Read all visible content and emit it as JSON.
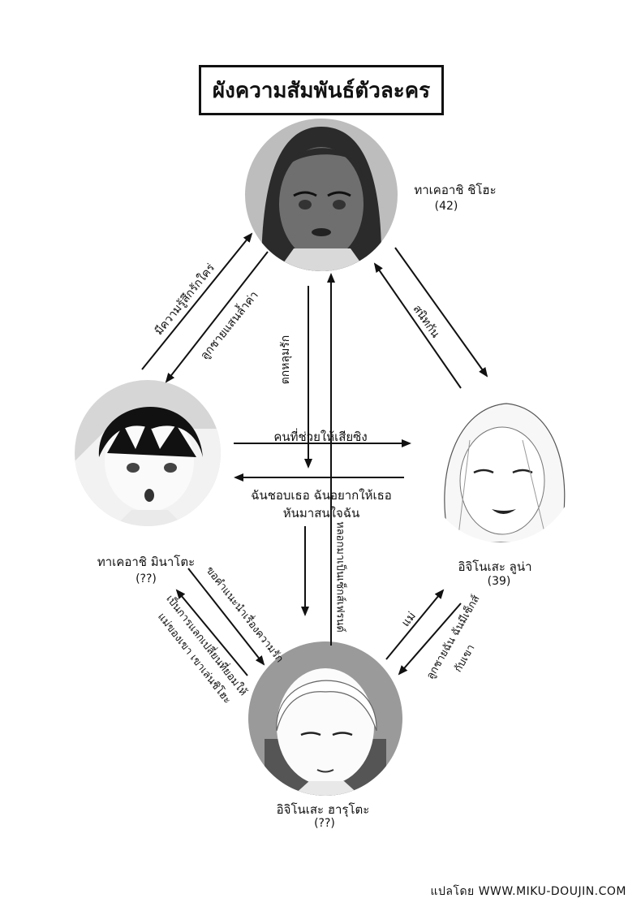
{
  "title": "ผังความสัมพันธ์ตัวละคร",
  "characters": {
    "shiho": {
      "name": "ทาเคอาชิ ชิโฮะ",
      "age": "(42)"
    },
    "minato": {
      "name": "ทาเคอาชิ มินาโตะ",
      "age": "(??)"
    },
    "runa": {
      "name": "อิจิโนเสะ ลูน่า",
      "age": "(39)"
    },
    "haruto": {
      "name": "อิจิโนเสะ ฮารุโตะ",
      "age": "(??)"
    }
  },
  "relations": {
    "minato_to_shiho": "มีความรู้สึกรักใคร่",
    "shiho_to_minato": "ลูกชายแสนล้ำค่า",
    "shiho_runa": "สนิทกัน",
    "haruto_to_shiho": "ตกหลุมรัก",
    "shiho_to_haruto": "หลอกมาเป็นเซ็กส์เฟรนด์",
    "minato_to_runa": "คนที่ช่วยให้เสียซิง",
    "runa_to_minato_line1": "ฉันชอบเธอ ฉันอยากให้เธอ",
    "runa_to_minato_line2": "หันมาสนใจฉัน",
    "minato_to_haruto": "ขอคำแนะนำเรื่องความรัก",
    "haruto_to_minato_line1": "เป็นการแลกเปลี่ยนที่ยอมให้",
    "haruto_to_minato_line2": "แม่ของเขา เขาเล่นชิโฮะ",
    "haruto_to_runa": "แม่",
    "runa_to_haruto_line1": "ลูกชายฉัน ฉันมีเซ็กส์",
    "runa_to_haruto_line2": "กับเขา"
  },
  "credit": "แปลโดย WWW.MIKU-DOUJIN.COM"
}
